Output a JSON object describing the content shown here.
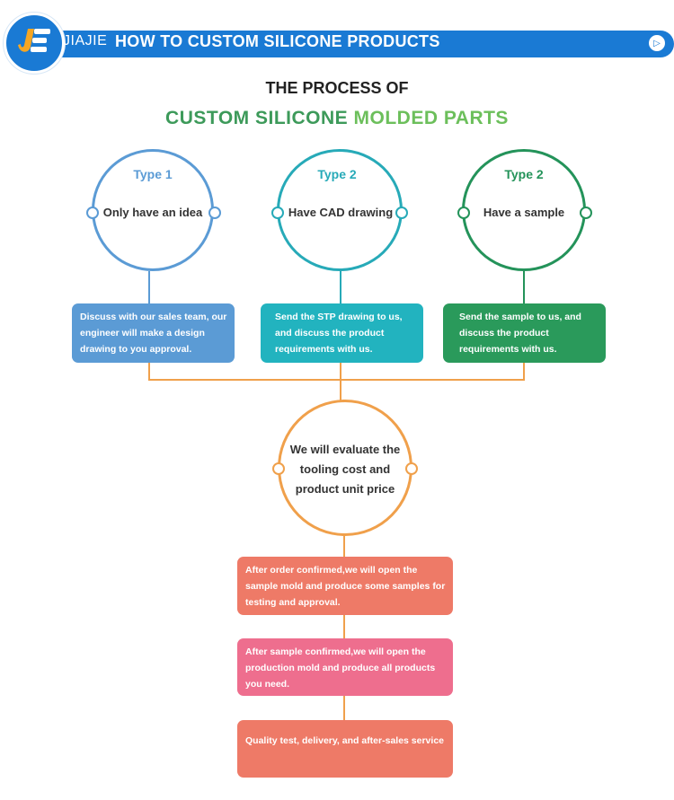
{
  "header": {
    "brand": "JIAJIE",
    "title": "HOW TO CUSTOM SILICONE PRODUCTS",
    "icon": "play-circle-icon"
  },
  "titles": {
    "line1": "THE PROCESS OF",
    "line2_part1": "CUSTOM SILICONE",
    "line2_part2": "MOLDED PARTS"
  },
  "types": [
    {
      "type": "Type 1",
      "label": "Only have an idea",
      "color": "#5b9bd5",
      "description": "Discuss with our sales team, our engineer will make a design drawing to you approval.",
      "box_color": "#5b9bd5"
    },
    {
      "type": "Type 2",
      "label": "Have CAD drawing",
      "color": "#27aab8",
      "description": "Send the STP drawing to us, and discuss the product requirements with us.",
      "box_color": "#22b3bf"
    },
    {
      "type": "Type 2",
      "label": "Have a sample",
      "color": "#24935a",
      "description": "Send the sample to us, and discuss the product requirements with us.",
      "box_color": "#2a9a5b"
    }
  ],
  "evaluate": {
    "text": "We will evaluate the tooling cost and product unit price",
    "color": "#f0a04b"
  },
  "steps": [
    {
      "text": "After order confirmed,we will open the sample mold and produce some samples for testing and approval.",
      "color": "#ee7a67"
    },
    {
      "text": "After sample confirmed,we will open the production mold and produce all products you need.",
      "color": "#ee6e8e"
    },
    {
      "text": "Quality test, delivery, and after-sales service",
      "color": "#ee7a67"
    }
  ]
}
